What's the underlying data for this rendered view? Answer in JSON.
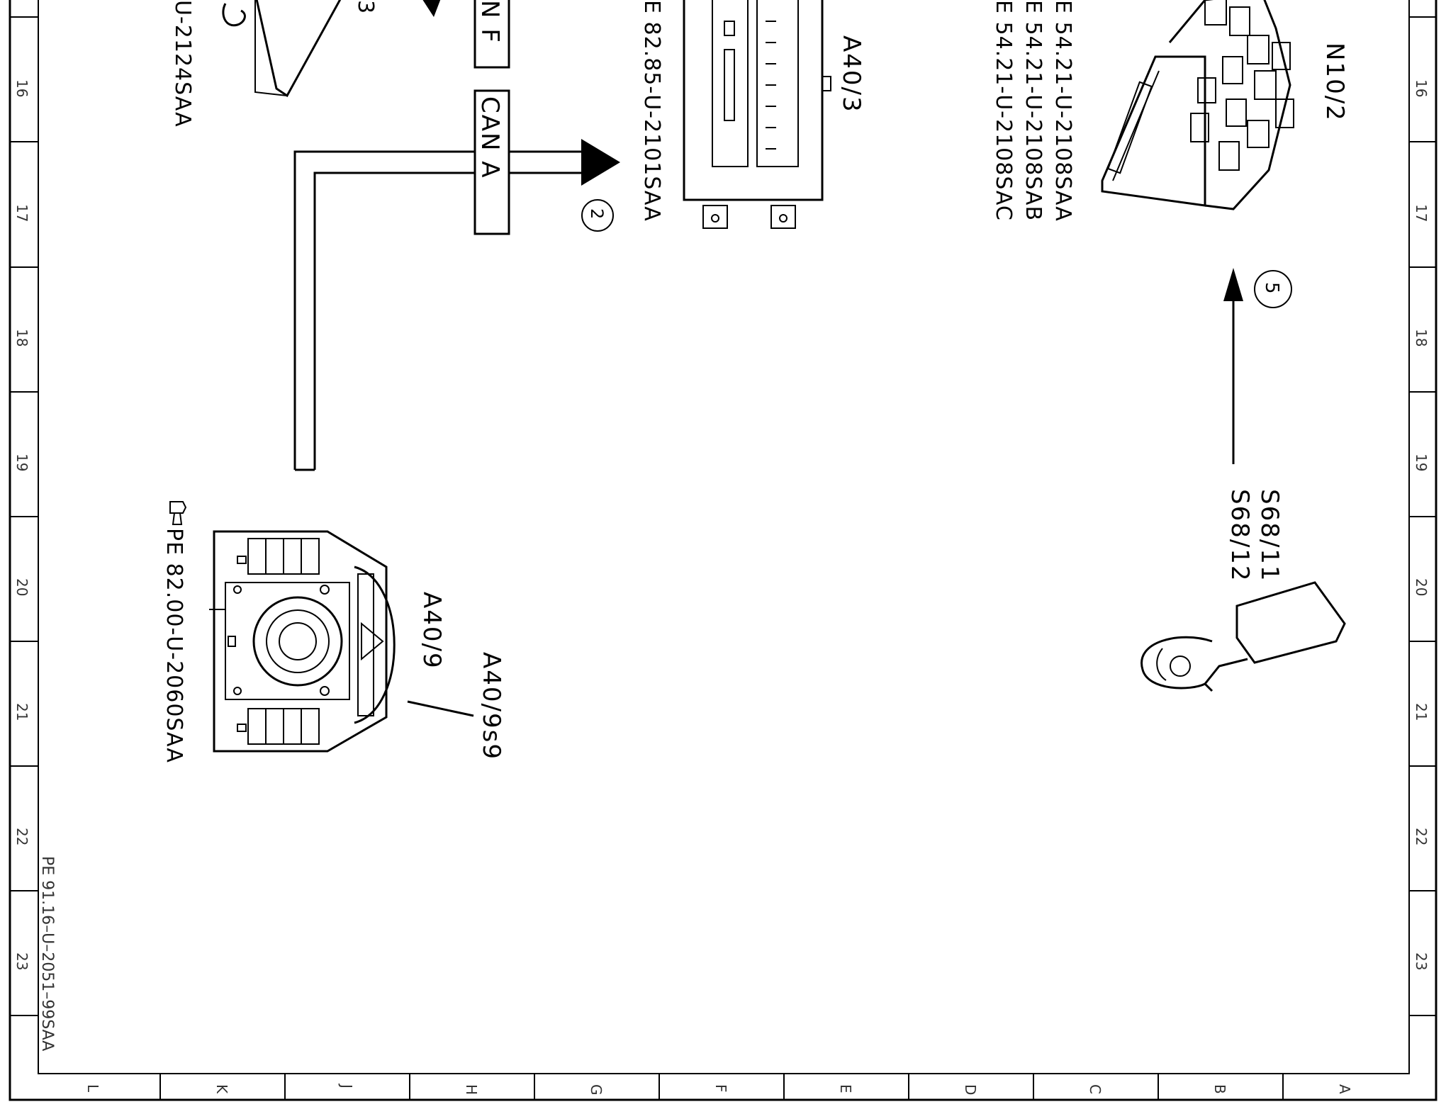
{
  "grid": {
    "numbers": [
      "16",
      "17",
      "18",
      "19",
      "20",
      "21",
      "22",
      "23"
    ],
    "letters": [
      "L",
      "K",
      "J",
      "H",
      "G",
      "F",
      "E",
      "D",
      "C",
      "B",
      "A"
    ]
  },
  "document_ref": "PE 91.16–U–2051–99SAA",
  "components": {
    "top_left_partial": {
      "ref": "U-2124SAA",
      "number": "3"
    },
    "a40_3": {
      "designation": "A40/3",
      "ref": "E 82.85-U-2101SAA"
    },
    "n10_2": {
      "designation": "N10/2",
      "refs": [
        "E 54.21-U-2108SAA",
        "E 54.21-U-2108SAB",
        "E 54.21-U-2108SAC"
      ]
    },
    "a40_9": {
      "designation": "A40/9",
      "sub_designation": "A40/9s9",
      "ref": "PE 82.00-U-2060SAA"
    },
    "s68": {
      "designations": [
        "S68/11",
        "S68/12"
      ]
    }
  },
  "bus_labels": {
    "can_f": "N F",
    "can_a": "CAN A"
  },
  "markers": {
    "marker_2": "2",
    "marker_5": "5"
  },
  "icons": [
    "pointing-hand-icon",
    "arrow-head-icon",
    "circle-marker-icon"
  ]
}
